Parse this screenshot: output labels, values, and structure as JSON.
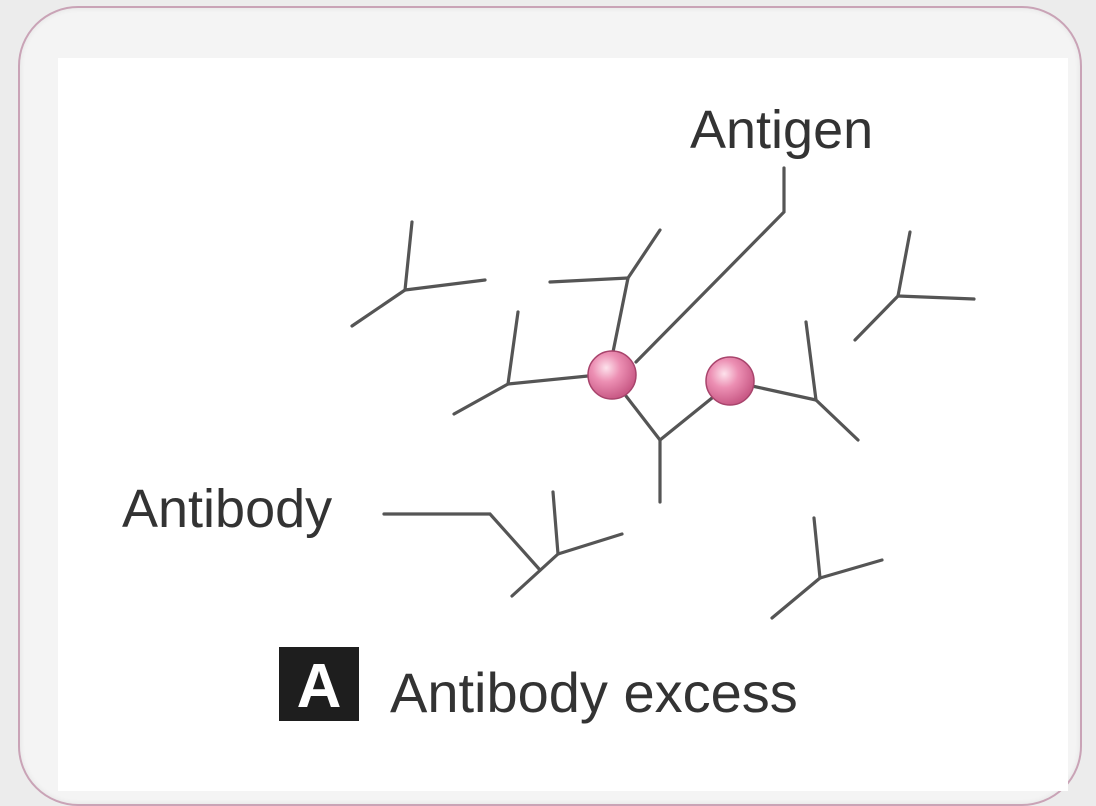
{
  "labels": {
    "antigen": "Antigen",
    "antibody": "Antibody",
    "panel_letter": "A",
    "caption": "Antibody excess"
  },
  "colors": {
    "line": "#555555",
    "antigen_fill": "#e77fa6",
    "antigen_highlight": "#fbd6e4",
    "antigen_stroke": "#a8446c",
    "text": "#333333",
    "frame_border": "#c9a3b6"
  }
}
